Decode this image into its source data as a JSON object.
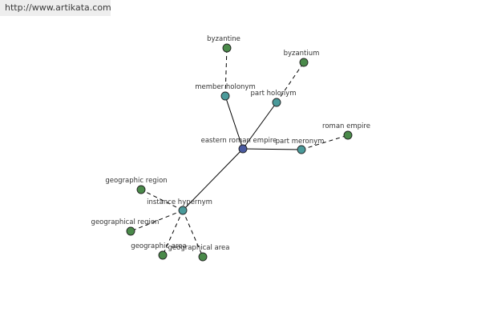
{
  "site": {
    "url": "http://www.artikata.com"
  },
  "colors": {
    "center": "#4a5aa0",
    "relation": "#4a9a9a",
    "leaf": "#4a8a4a"
  },
  "graph": {
    "center": {
      "label": "eastern roman empire"
    },
    "relations": [
      {
        "id": "member-holonym",
        "label": "member holonym"
      },
      {
        "id": "part-holonym",
        "label": "part holonym"
      },
      {
        "id": "part-meronym",
        "label": "part meronym"
      },
      {
        "id": "instance-hypernym",
        "label": "instance hypernym"
      }
    ],
    "leaves": [
      {
        "id": "byzantine",
        "label": "byzantine"
      },
      {
        "id": "byzantium",
        "label": "byzantium"
      },
      {
        "id": "roman-empire",
        "label": "roman empire"
      },
      {
        "id": "geographic-region",
        "label": "geographic region"
      },
      {
        "id": "geographical-region",
        "label": "geographical region"
      },
      {
        "id": "geographic-area",
        "label": "geographic area"
      },
      {
        "id": "geographical-area",
        "label": "geographical area"
      }
    ]
  }
}
